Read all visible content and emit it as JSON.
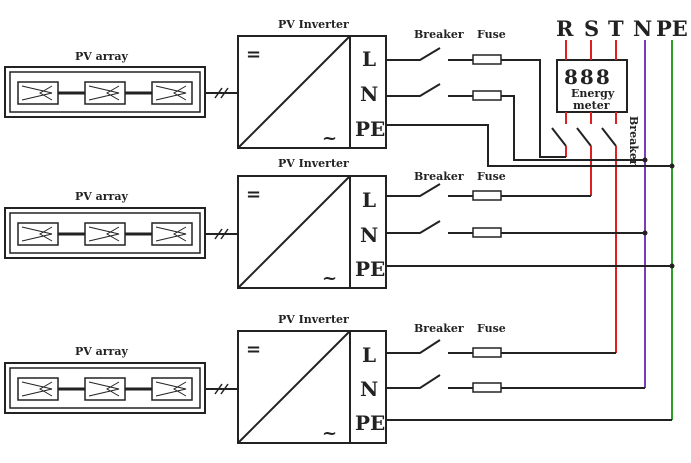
{
  "labels": {
    "pv_array": "PV array",
    "pv_inverter": "PV Inverter",
    "breaker": "Breaker",
    "fuse": "Fuse",
    "energy_meter_line1": "Energy",
    "energy_meter_line2": "meter",
    "meter_display": "888",
    "vertical_breaker": "Breaker",
    "dc_symbol": "=",
    "ac_symbol": "~",
    "terminal_l": "L",
    "terminal_n": "N",
    "terminal_pe": "PE"
  },
  "phases": [
    {
      "name": "R",
      "color": "#e02020"
    },
    {
      "name": "S",
      "color": "#e02020"
    },
    {
      "name": "T",
      "color": "#e02020"
    },
    {
      "name": "N",
      "color": "#7a3db8"
    },
    {
      "name": "PE",
      "color": "#2aa02a"
    }
  ],
  "colors": {
    "wire": "#222222",
    "phase_line": "#e02020",
    "neutral_line": "#7a3db8",
    "earth_line": "#2aa02a"
  },
  "units": [
    {
      "id": "unit-1",
      "feeds_phase": "R"
    },
    {
      "id": "unit-2",
      "feeds_phase": "S"
    },
    {
      "id": "unit-3",
      "feeds_phase": "T"
    }
  ]
}
